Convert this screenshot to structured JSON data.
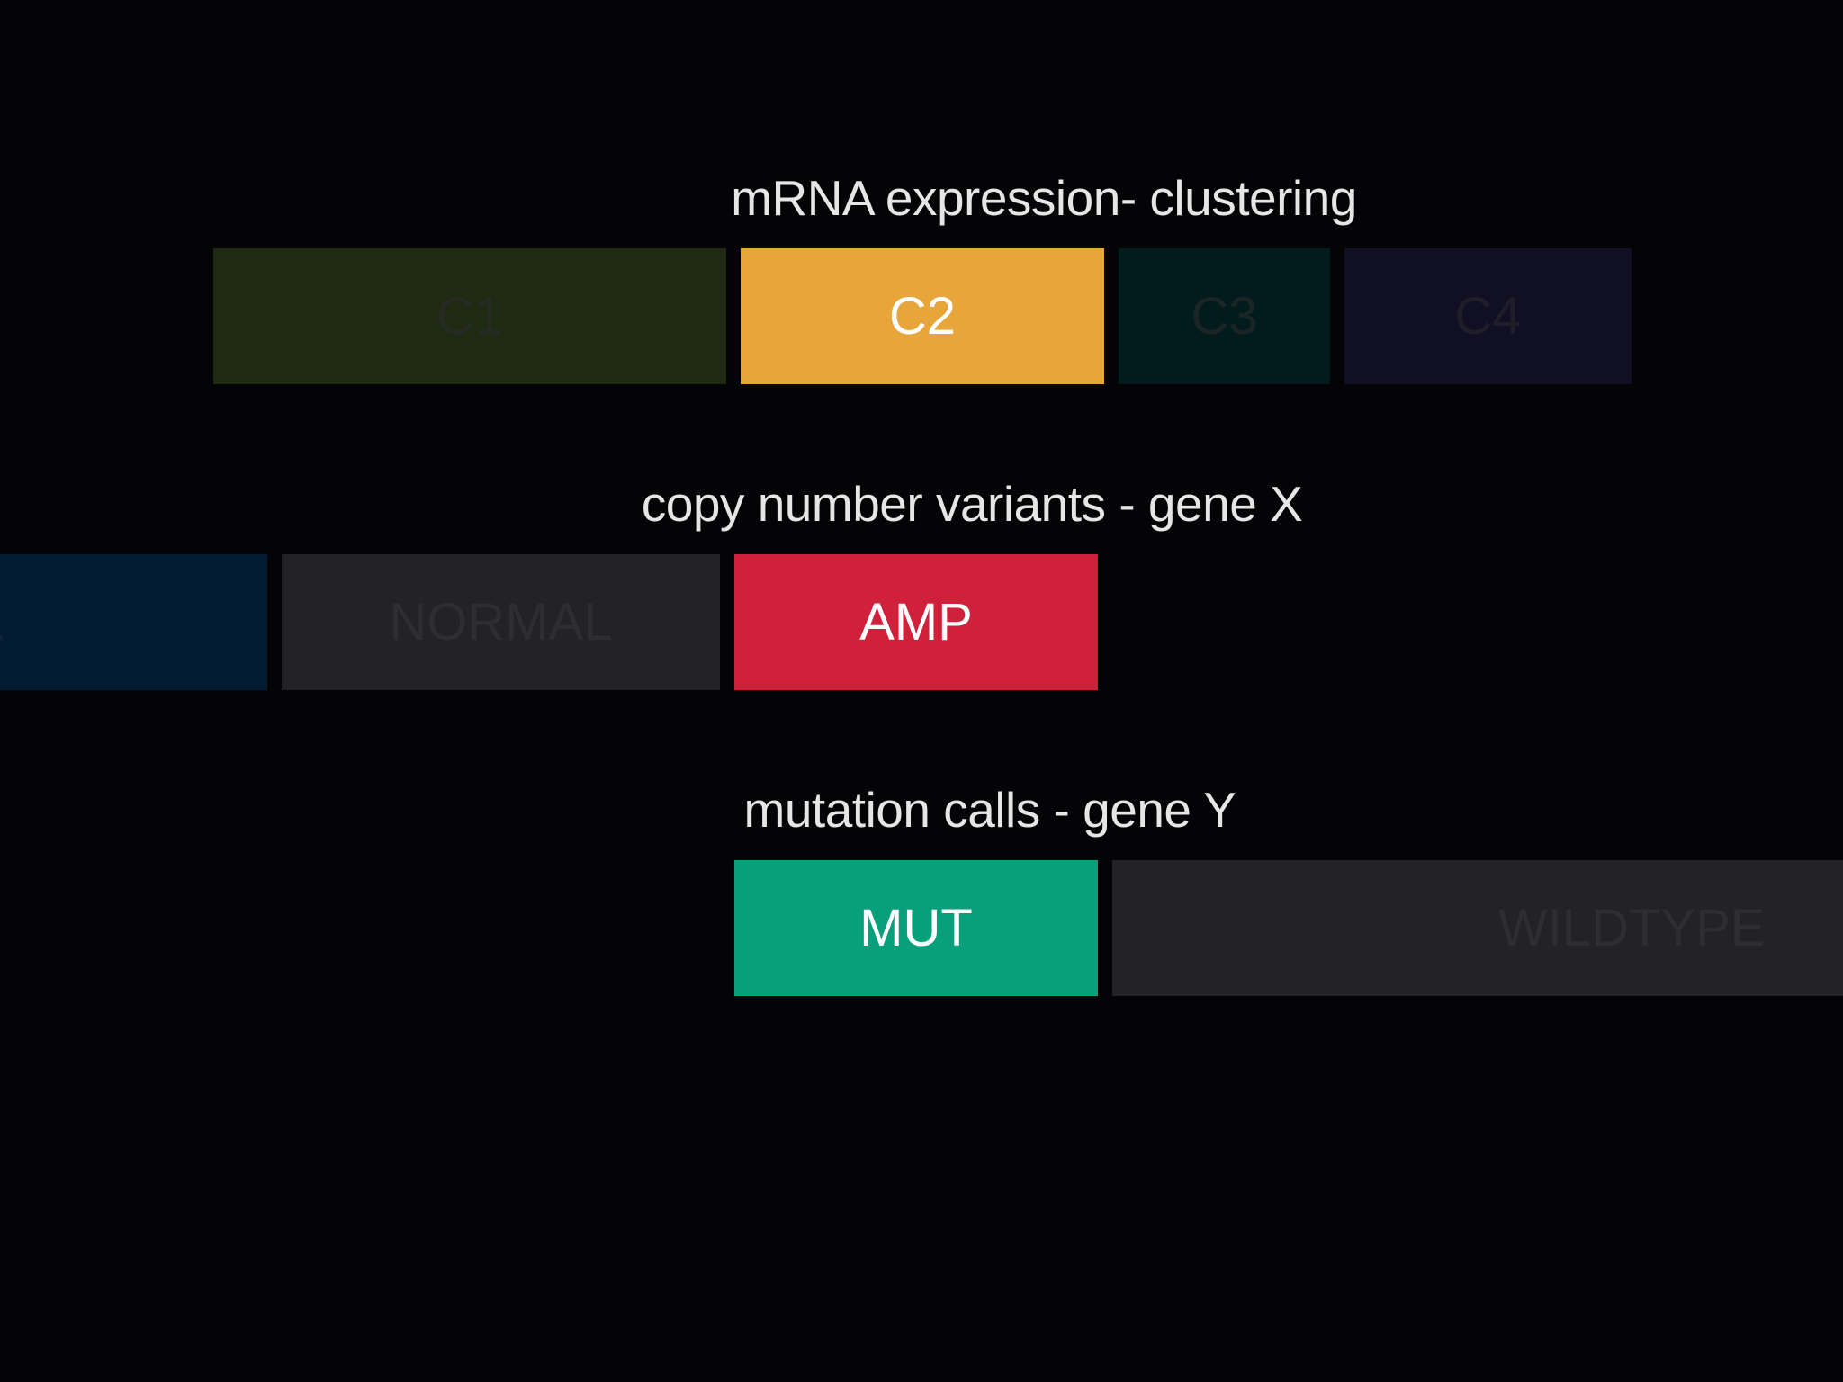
{
  "rows": [
    {
      "title": "mRNA expression- clustering",
      "blocks": [
        {
          "label": "C1",
          "color": "#1f2a13",
          "highlighted": false
        },
        {
          "label": "C2",
          "color": "#e8a63a",
          "highlighted": true
        },
        {
          "label": "C3",
          "color": "#021c1e",
          "highlighted": false
        },
        {
          "label": "C4",
          "color": "#110f24",
          "highlighted": false
        }
      ]
    },
    {
      "title": "copy number variants - gene X",
      "blocks": [
        {
          "label": "L",
          "color": "#031b33",
          "highlighted": false
        },
        {
          "label": "NORMAL",
          "color": "#232225",
          "highlighted": false
        },
        {
          "label": "AMP",
          "color": "#d0203a",
          "highlighted": true
        }
      ]
    },
    {
      "title": "mutation calls - gene Y",
      "blocks": [
        {
          "label": "MUT",
          "color": "#08a07a",
          "highlighted": true
        },
        {
          "label": "WILDTYPE",
          "color": "#232225",
          "highlighted": false
        }
      ]
    }
  ],
  "background": "#040305"
}
